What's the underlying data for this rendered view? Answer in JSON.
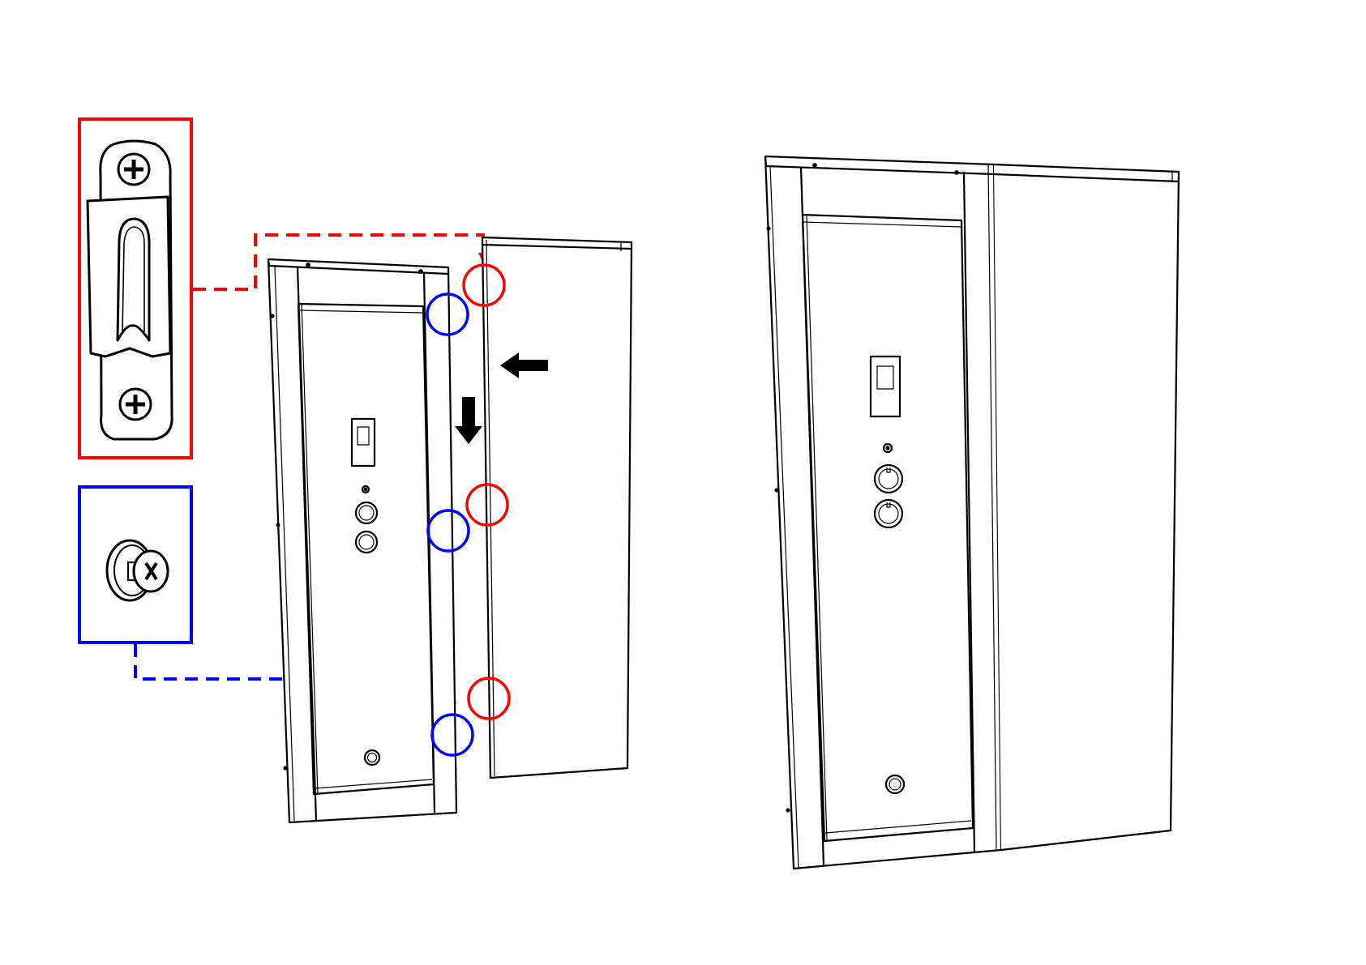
{
  "diagram": {
    "steps": [
      {
        "id": "separate-panels"
      },
      {
        "id": "assembled-panels"
      }
    ],
    "callouts": [
      {
        "part": "keyhole-bracket",
        "icon": "keyhole-bracket-icon",
        "color": "#ff0000",
        "count": 3
      },
      {
        "part": "mounting-stud",
        "icon": "mounting-stud-icon",
        "color": "#0000ff",
        "count": 3
      }
    ],
    "arrows": [
      "slide-left-arrow",
      "slide-down-arrow"
    ],
    "colors": {
      "line": "#000000",
      "highlight_red": "#ff0000",
      "highlight_blue": "#0000ff",
      "background": "#ffffff"
    }
  }
}
